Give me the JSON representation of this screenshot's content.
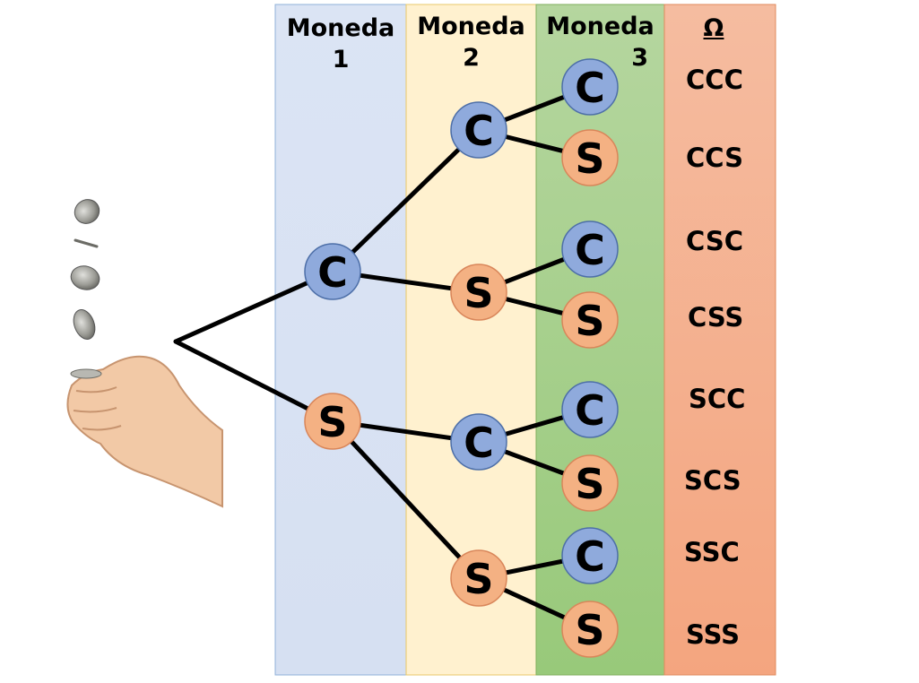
{
  "columns": [
    {
      "title": "Moneda",
      "number": "1",
      "color": "#dae3f3"
    },
    {
      "title": "Moneda",
      "number": "2",
      "color": "#fff1cf"
    },
    {
      "title": "Moneda",
      "number": "3",
      "color": "#a9d18e"
    }
  ],
  "omega": {
    "title": "Ω",
    "color": "#f4b183"
  },
  "node_colors": {
    "C": "#8faadc",
    "S": "#f4b183"
  },
  "level1": [
    "C",
    "S"
  ],
  "level2": [
    "C",
    "S",
    "C",
    "S"
  ],
  "level3": [
    "C",
    "S",
    "C",
    "S",
    "C",
    "S",
    "C",
    "S"
  ],
  "outcomes": [
    "CCC",
    "CCS",
    "CSC",
    "CSS",
    "SCC",
    "SCS",
    "SSC",
    "SSS"
  ]
}
